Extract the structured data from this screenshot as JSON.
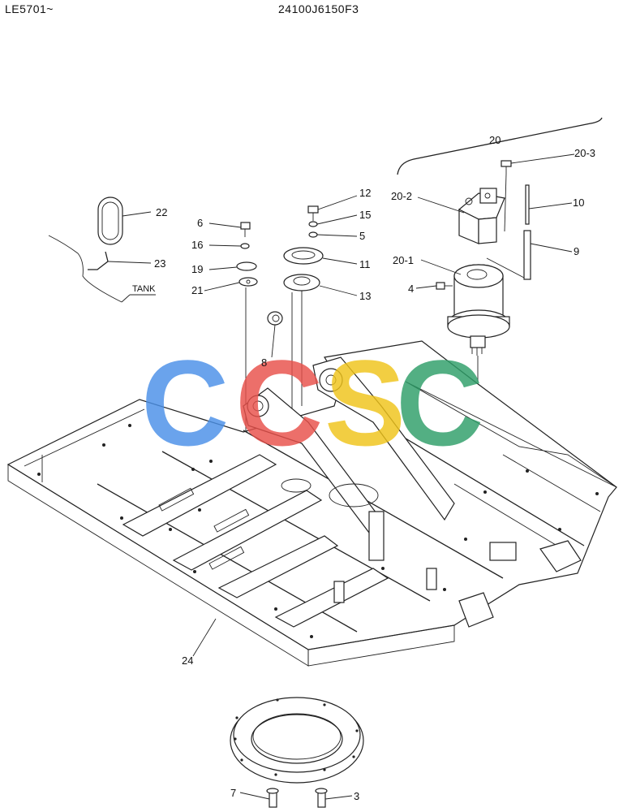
{
  "header": {
    "model": "LE5701~",
    "part_group": "24100J6150F3"
  },
  "callouts": {
    "c2": "20",
    "c20_3": "20-3",
    "c20_2": "20-2",
    "c10": "10",
    "c9": "9",
    "c20_1": "20-1",
    "c4": "4",
    "c12": "12",
    "c15": "15",
    "c5": "5",
    "c11": "11",
    "c13": "13",
    "c6": "6",
    "c16": "16",
    "c19": "19",
    "c21": "21",
    "c8": "8",
    "c22": "22",
    "c23": "23",
    "tank": "TANK",
    "c24": "24",
    "c7": "7",
    "c3": "3"
  },
  "watermark": {
    "letters": [
      "C",
      "C",
      "S",
      "C"
    ],
    "colors": [
      "#4a90e8",
      "#e8504a",
      "#f0c419",
      "#2e9e68"
    ]
  }
}
